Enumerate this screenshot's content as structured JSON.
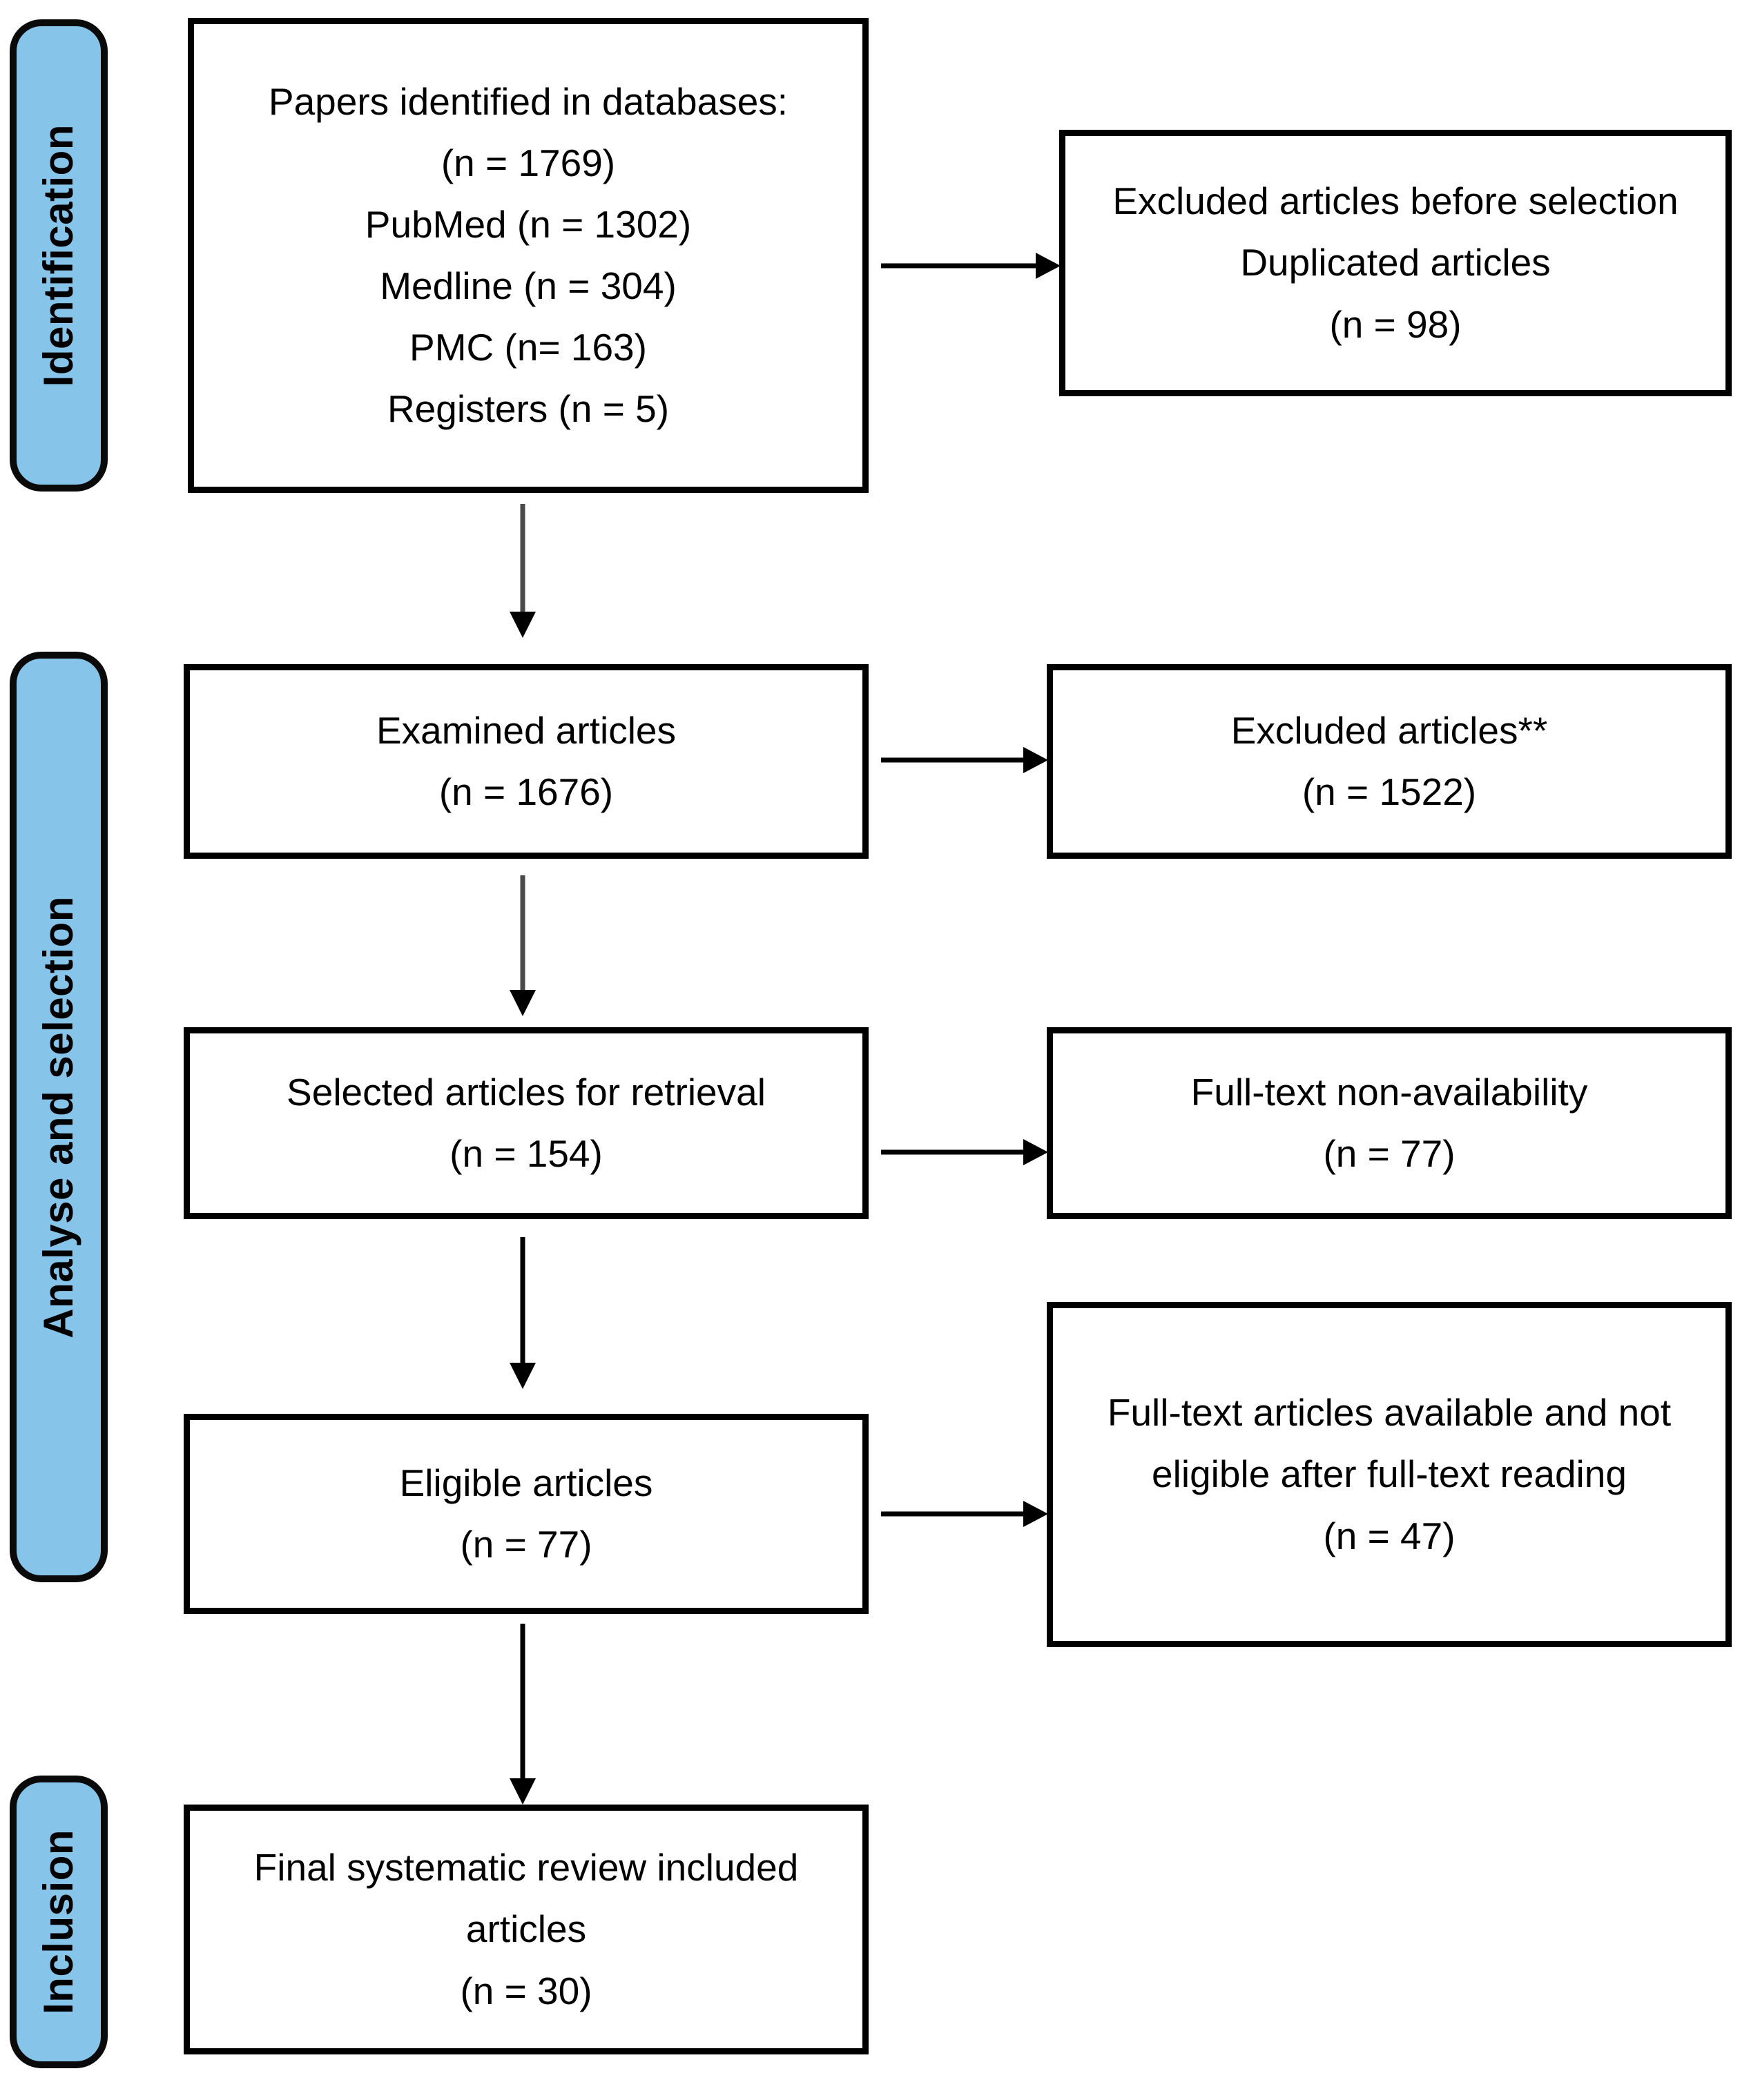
{
  "diagram": {
    "title": "PRISMA flow diagram",
    "accent_color": "#87c4ea",
    "border_color": "#000000",
    "background_color": "#ffffff"
  },
  "stages": [
    {
      "id": "identification",
      "label": "Identification"
    },
    {
      "id": "analyse-and-selection",
      "label": "Analyse and selection"
    },
    {
      "id": "inclusion",
      "label": "Inclusion"
    }
  ],
  "boxes": {
    "identified": {
      "name": "papers-identified-box",
      "lines": [
        "Papers identified in databases:",
        "(n = 1769)",
        "PubMed (n = 1302)",
        "Medline (n = 304)",
        "PMC (n= 163)",
        "Registers (n = 5)"
      ]
    },
    "excluded_before_selection": {
      "name": "excluded-before-selection-box",
      "lines": [
        "Excluded articles before selection",
        "Duplicated articles",
        "(n = 98)"
      ]
    },
    "examined": {
      "name": "examined-articles-box",
      "lines": [
        "Examined articles",
        "(n = 1676)"
      ]
    },
    "excluded_screening": {
      "name": "excluded-articles-box",
      "lines": [
        "Excluded articles**",
        "(n = 1522)"
      ]
    },
    "selected_for_retrieval": {
      "name": "selected-articles-for-retrieval-box",
      "lines": [
        "Selected articles for retrieval",
        "(n = 154)"
      ]
    },
    "fulltext_unavailable": {
      "name": "full-text-non-availability-box",
      "lines": [
        "Full-text non-availability",
        "(n = 77)"
      ]
    },
    "eligible": {
      "name": "eligible-articles-box",
      "lines": [
        "Eligible  articles",
        "(n = 77)"
      ]
    },
    "fulltext_not_eligible": {
      "name": "full-text-available-not-eligible-box",
      "lines": [
        "Full-text articles available and not",
        "eligible  after full-text reading",
        "(n = 47)"
      ]
    },
    "final_included": {
      "name": "final-included-articles-box",
      "lines": [
        "Final systematic review included",
        "articles",
        "(n = 30)"
      ]
    }
  },
  "chart_data": {
    "type": "diagram",
    "title": "PRISMA study selection flow",
    "nodes": [
      {
        "id": "identified",
        "stage": "Identification",
        "label": "Papers identified in databases",
        "n": 1769,
        "breakdown": [
          {
            "source": "PubMed",
            "n": 1302
          },
          {
            "source": "Medline",
            "n": 304
          },
          {
            "source": "PMC",
            "n": 163
          },
          {
            "source": "Registers",
            "n": 5
          }
        ]
      },
      {
        "id": "excluded_before_selection",
        "stage": "Identification",
        "label": "Excluded articles before selection / Duplicated articles",
        "n": 98
      },
      {
        "id": "examined",
        "stage": "Analyse and selection",
        "label": "Examined articles",
        "n": 1676
      },
      {
        "id": "excluded_screening",
        "stage": "Analyse and selection",
        "label": "Excluded articles**",
        "n": 1522
      },
      {
        "id": "selected_for_retrieval",
        "stage": "Analyse and selection",
        "label": "Selected articles for retrieval",
        "n": 154
      },
      {
        "id": "fulltext_unavailable",
        "stage": "Analyse and selection",
        "label": "Full-text non-availability",
        "n": 77
      },
      {
        "id": "eligible",
        "stage": "Analyse and selection",
        "label": "Eligible articles",
        "n": 77
      },
      {
        "id": "fulltext_not_eligible",
        "stage": "Analyse and selection",
        "label": "Full-text articles available and not eligible after full-text reading",
        "n": 47
      },
      {
        "id": "final_included",
        "stage": "Inclusion",
        "label": "Final systematic review included articles",
        "n": 30
      }
    ],
    "edges": [
      {
        "from": "identified",
        "to": "excluded_before_selection",
        "direction": "right"
      },
      {
        "from": "identified",
        "to": "examined",
        "direction": "down"
      },
      {
        "from": "examined",
        "to": "excluded_screening",
        "direction": "right"
      },
      {
        "from": "examined",
        "to": "selected_for_retrieval",
        "direction": "down"
      },
      {
        "from": "selected_for_retrieval",
        "to": "fulltext_unavailable",
        "direction": "right"
      },
      {
        "from": "selected_for_retrieval",
        "to": "eligible",
        "direction": "down"
      },
      {
        "from": "eligible",
        "to": "fulltext_not_eligible",
        "direction": "right"
      },
      {
        "from": "eligible",
        "to": "final_included",
        "direction": "down"
      }
    ]
  }
}
